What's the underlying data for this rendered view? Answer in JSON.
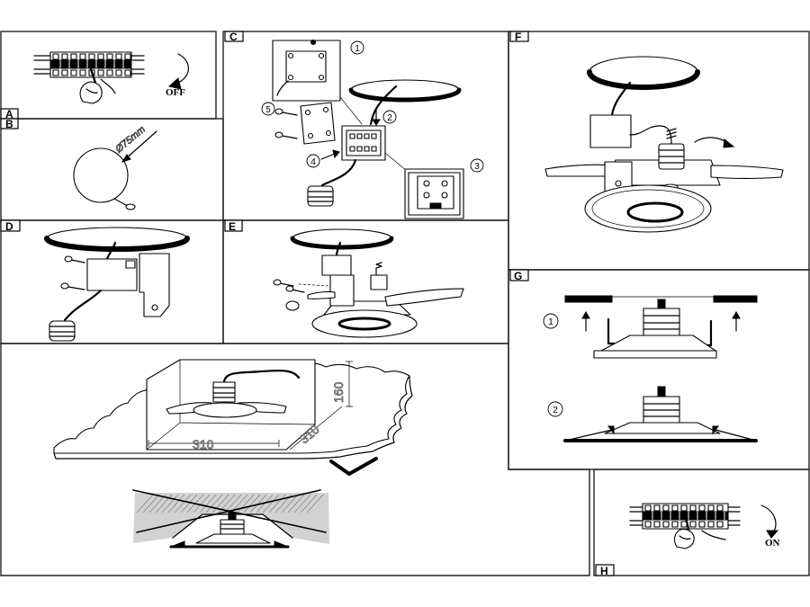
{
  "panels": {
    "a": {
      "label": "A",
      "switch_state": "OFF"
    },
    "b": {
      "label": "B",
      "hole_diameter": "Ø75mm"
    },
    "c": {
      "label": "C",
      "steps": [
        "1",
        "2",
        "3",
        "4",
        "5"
      ]
    },
    "d": {
      "label": "D"
    },
    "e": {
      "label": "E"
    },
    "f": {
      "label": "F"
    },
    "g": {
      "label": "G",
      "steps": [
        "1",
        "2"
      ]
    },
    "h": {
      "label": "H",
      "switch_state": "ON"
    }
  },
  "cutout_dimensions": {
    "width": "310",
    "depth": "310",
    "height": "160"
  },
  "icons": {
    "correct": "check-icon",
    "incorrect": "cross-out-icon",
    "rotate": "rotate-arrow-icon",
    "power_off": "switch-off-arrow-icon",
    "power_on": "switch-on-arrow-icon"
  },
  "colors": {
    "ink": "#000000",
    "paper": "#ffffff",
    "hatch": "#d2d2d2"
  }
}
